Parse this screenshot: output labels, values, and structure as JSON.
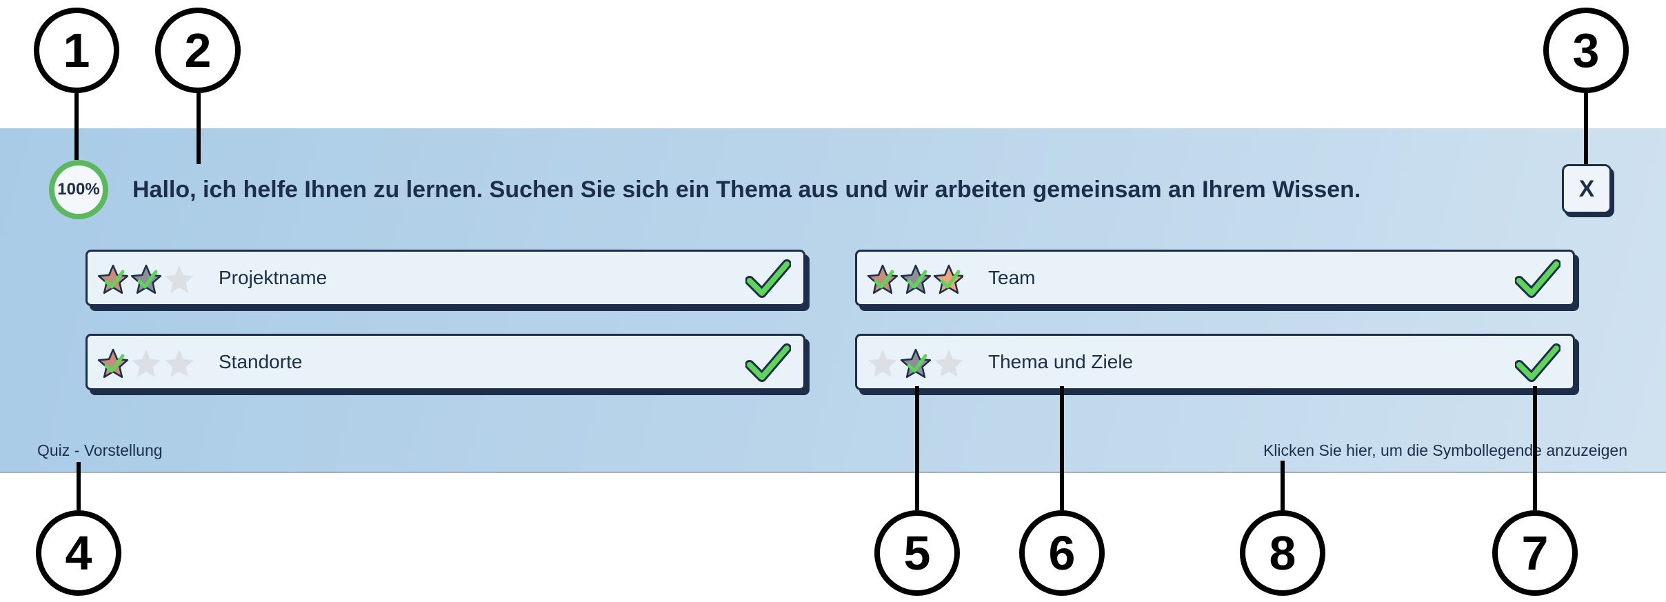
{
  "header": {
    "progress_text": "100%",
    "progress_value": 1.0,
    "greeting": "Hallo, ich helfe Ihnen zu lernen. Suchen Sie sich ein Thema aus und wir arbeiten gemeinsam an Ihrem Wissen.",
    "close_label": "X"
  },
  "topics": [
    {
      "label": "Projektname",
      "stars": [
        "bronze-check",
        "silver-check",
        "empty"
      ],
      "completed": true
    },
    {
      "label": "Team",
      "stars": [
        "bronze-check",
        "silver-check",
        "gold-check"
      ],
      "completed": true
    },
    {
      "label": "Standorte",
      "stars": [
        "bronze-check",
        "empty",
        "empty"
      ],
      "completed": true
    },
    {
      "label": "Thema und Ziele",
      "stars": [
        "empty",
        "silver-check",
        "empty"
      ],
      "completed": true
    }
  ],
  "footer": {
    "left_text": "Quiz - Vorstellung",
    "right_text": "Klicken Sie hier, um die Symbollegende anzuzeigen"
  },
  "callouts": [
    "1",
    "2",
    "3",
    "4",
    "5",
    "6",
    "7",
    "8"
  ],
  "colors": {
    "accent_green": "#5cb85c",
    "check_green": "#5ed45a",
    "navy": "#1c2e4a",
    "star_bronze": "#c98b7b",
    "star_silver": "#8c9096",
    "star_gold": "#eca57e",
    "star_empty": "#dcdfe3"
  }
}
